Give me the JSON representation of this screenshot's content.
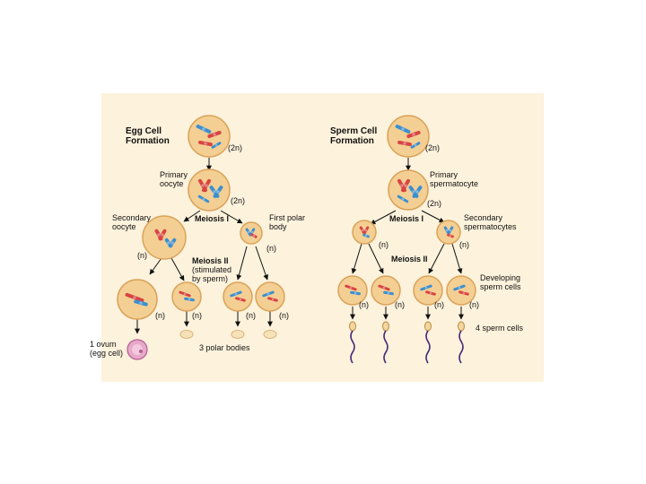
{
  "colors": {
    "panel": "#fdf2dc",
    "cell_fill": "#f4cf93",
    "cell_stroke": "#d9a35a",
    "chrom_red": "#d84343",
    "chrom_blue": "#3b8fcf",
    "sperm_tail": "#4a2a7a",
    "ovum": "#e7a9c9"
  },
  "egg": {
    "title_line1": "Egg Cell",
    "title_line2": "Formation",
    "ploidy_2n_a": "(2n)",
    "primary_line1": "Primary",
    "primary_line2": "oocyte",
    "ploidy_2n_b": "(2n)",
    "meiosis1": "Meiosis I",
    "secondary_line1": "Secondary",
    "secondary_line2": "oocyte",
    "first_polar_line1": "First polar",
    "first_polar_line2": "body",
    "n_secondary": "(n)",
    "n_polar": "(n)",
    "meiosis2": "Meiosis II",
    "stim_line1": "(stimulated",
    "stim_line2": "by sperm)",
    "n_row3": [
      "(n)",
      "(n)",
      "(n)",
      "(n)"
    ],
    "ovum_line1": "1 ovum",
    "ovum_line2": "(egg cell)",
    "polar_bodies": "3 polar bodies"
  },
  "sperm": {
    "title_line1": "Sperm Cell",
    "title_line2": "Formation",
    "ploidy_2n_a": "(2n)",
    "primary_line1": "Primary",
    "primary_line2": "spermatocyte",
    "ploidy_2n_b": "(2n)",
    "meiosis1": "Meiosis I",
    "secondary_line1": "Secondary",
    "secondary_line2": "spermatocytes",
    "n_left": "(n)",
    "n_right": "(n)",
    "meiosis2": "Meiosis II",
    "developing_line1": "Developing",
    "developing_line2": "sperm cells",
    "n_row3": [
      "(n)",
      "(n)",
      "(n)",
      "(n)"
    ],
    "four_sperm": "4 sperm cells"
  }
}
